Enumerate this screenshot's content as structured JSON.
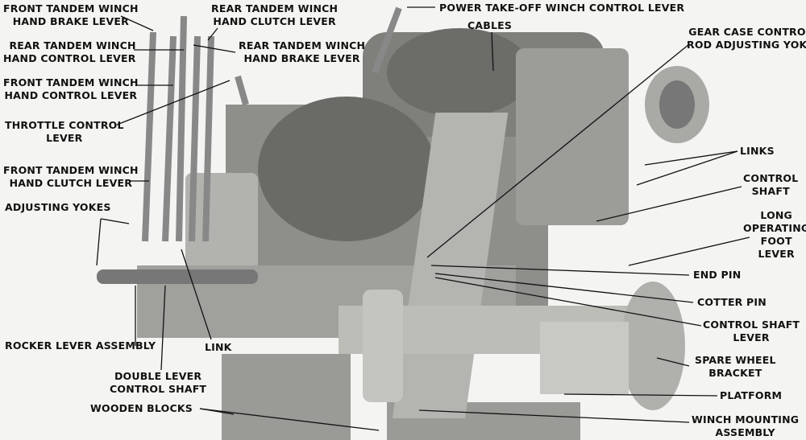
{
  "labels": {
    "front_brake": [
      "FRONT TANDEM WINCH",
      "HAND BRAKE LEVER"
    ],
    "rear_clutch": [
      "REAR TANDEM WINCH",
      "HAND CLUTCH LEVER"
    ],
    "pto": "POWER TAKE-OFF WINCH CONTROL LEVER",
    "rear_control": [
      "REAR TANDEM WINCH",
      "HAND CONTROL LEVER"
    ],
    "rear_brake": [
      "REAR TANDEM WINCH",
      "HAND BRAKE LEVER"
    ],
    "cables": "CABLES",
    "gear_case": [
      "GEAR CASE CONTROL",
      "ROD ADJUSTING YOKE"
    ],
    "front_control": [
      "FRONT TANDEM WINCH",
      "HAND CONTROL LEVER"
    ],
    "throttle": [
      "THROTTLE CONTROL",
      "LEVER"
    ],
    "front_clutch": [
      "FRONT TANDEM WINCH",
      "HAND CLUTCH LEVER"
    ],
    "links": "LINKS",
    "control_shaft": [
      "CONTROL",
      "SHAFT"
    ],
    "long_foot": [
      "LONG",
      "OPERATING",
      "FOOT",
      "LEVER"
    ],
    "adjusting_yokes": "ADJUSTING YOKES",
    "end_pin": "END PIN",
    "cotter_pin": "COTTER PIN",
    "control_shaft_lever": [
      "CONTROL SHAFT",
      "LEVER"
    ],
    "rocker": "ROCKER LEVER ASSEMBLY",
    "link": "LINK",
    "spare_wheel": [
      "SPARE WHEEL",
      "BRACKET"
    ],
    "double_lever": [
      "DOUBLE LEVER",
      "CONTROL SHAFT"
    ],
    "platform": "PLATFORM",
    "wooden_blocks": "WOODEN BLOCKS",
    "winch_mounting": [
      "WINCH MOUNTING",
      "ASSEMBLY"
    ]
  }
}
